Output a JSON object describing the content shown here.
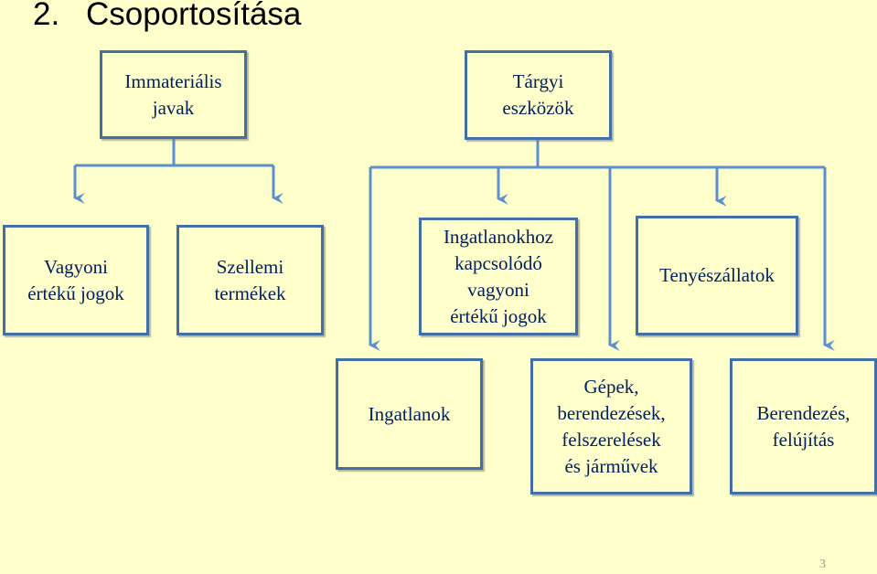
{
  "title": {
    "number": "2.",
    "text": "Csoportosítása"
  },
  "boxes": {
    "immaterial": "Immateriális\njavak",
    "tangible": "Tárgyi\neszközök",
    "property_rights": "Vagyoni\nértékű jogok",
    "intellectual": "Szellemi\ntermékek",
    "real_estate_rights": "Ingatlanokhoz\nkapcsolódó\nvagyoni\nértékű jogok",
    "breeding_animals": "Tenyészállatok",
    "real_estate": "Ingatlanok",
    "machines": "Gépek,\nberendezések,\nfelszerelések\nés járművek",
    "fittings": "Berendezés,\nfelújítás"
  },
  "page_number": "3",
  "colors": {
    "background": "#ffffcc",
    "border": "#416fa6",
    "text": "#002060",
    "connector": "#5b8fd0"
  }
}
